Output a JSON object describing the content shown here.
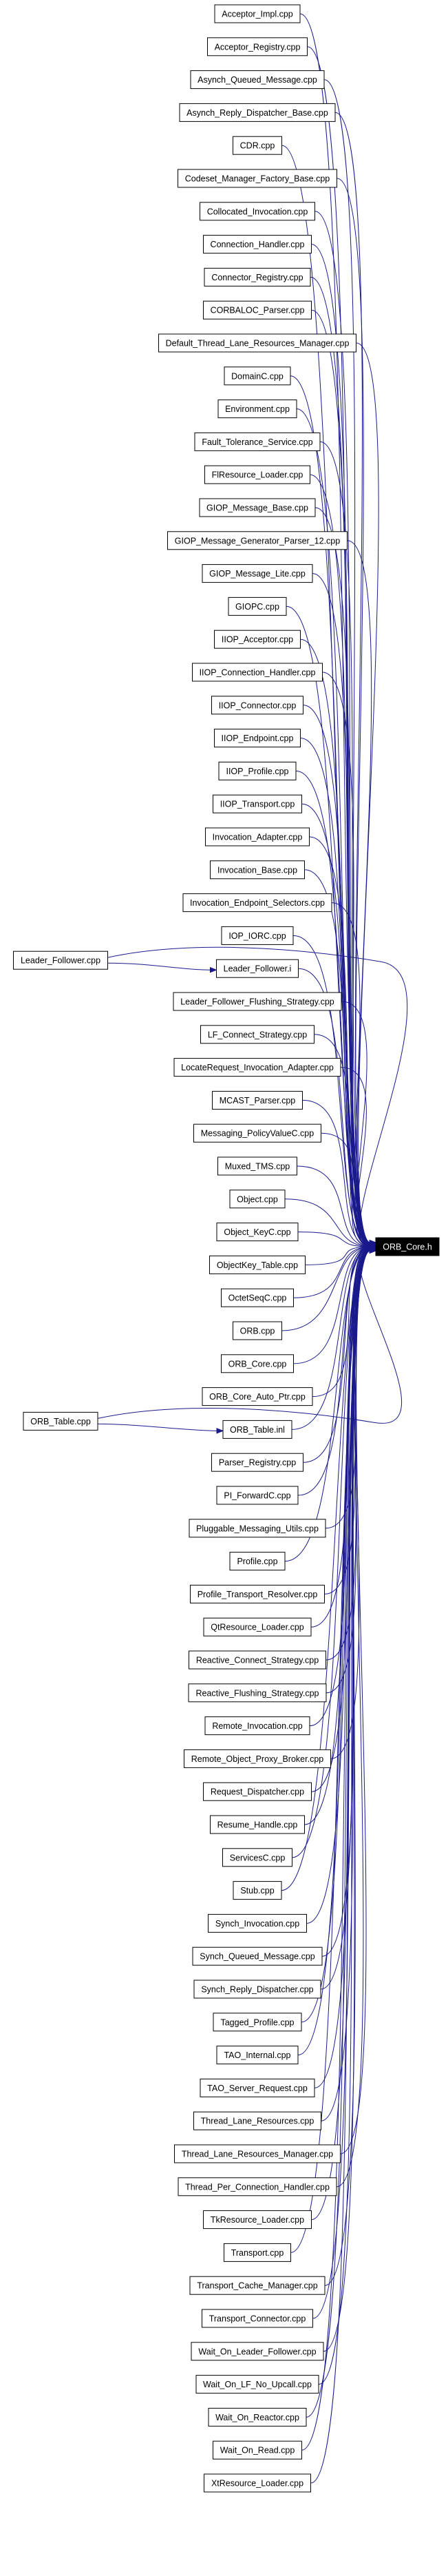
{
  "diagram": {
    "target": "ORB_Core.h",
    "nodes": [
      "Acceptor_Impl.cpp",
      "Acceptor_Registry.cpp",
      "Asynch_Queued_Message.cpp",
      "Asynch_Reply_Dispatcher_Base.cpp",
      "CDR.cpp",
      "Codeset_Manager_Factory_Base.cpp",
      "Collocated_Invocation.cpp",
      "Connection_Handler.cpp",
      "Connector_Registry.cpp",
      "CORBALOC_Parser.cpp",
      "Default_Thread_Lane_Resources_Manager.cpp",
      "DomainC.cpp",
      "Environment.cpp",
      "Fault_Tolerance_Service.cpp",
      "FlResource_Loader.cpp",
      "GIOP_Message_Base.cpp",
      "GIOP_Message_Generator_Parser_12.cpp",
      "GIOP_Message_Lite.cpp",
      "GIOPC.cpp",
      "IIOP_Acceptor.cpp",
      "IIOP_Connection_Handler.cpp",
      "IIOP_Connector.cpp",
      "IIOP_Endpoint.cpp",
      "IIOP_Profile.cpp",
      "IIOP_Transport.cpp",
      "Invocation_Adapter.cpp",
      "Invocation_Base.cpp",
      "Invocation_Endpoint_Selectors.cpp",
      "IOP_IORC.cpp",
      "Leader_Follower.i",
      "Leader_Follower_Flushing_Strategy.cpp",
      "LF_Connect_Strategy.cpp",
      "LocateRequest_Invocation_Adapter.cpp",
      "MCAST_Parser.cpp",
      "Messaging_PolicyValueC.cpp",
      "Muxed_TMS.cpp",
      "Object.cpp",
      "Object_KeyC.cpp",
      "ObjectKey_Table.cpp",
      "OctetSeqC.cpp",
      "ORB.cpp",
      "ORB_Core.cpp",
      "ORB_Core_Auto_Ptr.cpp",
      "ORB_Table.inl",
      "Parser_Registry.cpp",
      "PI_ForwardC.cpp",
      "Pluggable_Messaging_Utils.cpp",
      "Profile.cpp",
      "Profile_Transport_Resolver.cpp",
      "QtResource_Loader.cpp",
      "Reactive_Connect_Strategy.cpp",
      "Reactive_Flushing_Strategy.cpp",
      "Remote_Invocation.cpp",
      "Remote_Object_Proxy_Broker.cpp",
      "Request_Dispatcher.cpp",
      "Resume_Handle.cpp",
      "ServicesC.cpp",
      "Stub.cpp",
      "Synch_Invocation.cpp",
      "Synch_Queued_Message.cpp",
      "Synch_Reply_Dispatcher.cpp",
      "Tagged_Profile.cpp",
      "TAO_Internal.cpp",
      "TAO_Server_Request.cpp",
      "Thread_Lane_Resources.cpp",
      "Thread_Lane_Resources_Manager.cpp",
      "Thread_Per_Connection_Handler.cpp",
      "TkResource_Loader.cpp",
      "Transport.cpp",
      "Transport_Cache_Manager.cpp",
      "Transport_Connector.cpp",
      "Wait_On_Leader_Follower.cpp",
      "Wait_On_LF_No_Upcall.cpp",
      "Wait_On_Reactor.cpp",
      "Wait_On_Read.cpp",
      "XtResource_Loader.cpp"
    ],
    "side_nodes": [
      {
        "label": "Leader_Follower.cpp",
        "links_to": "Leader_Follower.i"
      },
      {
        "label": "ORB_Table.cpp",
        "links_to": "ORB_Table.inl"
      }
    ]
  }
}
